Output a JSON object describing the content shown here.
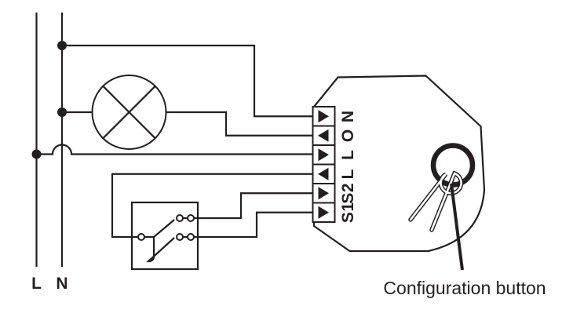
{
  "colors": {
    "line": "#231f20",
    "bg": "#ffffff"
  },
  "power_rails": {
    "l_label": "L",
    "n_label": "N"
  },
  "device": {
    "terminals": [
      {
        "label": "N",
        "arrow": "right"
      },
      {
        "label": "O",
        "arrow": "left"
      },
      {
        "label": "L",
        "arrow": "right"
      },
      {
        "label": "L",
        "arrow": "left"
      },
      {
        "label": "S2",
        "arrow": "right"
      },
      {
        "label": "S1",
        "arrow": "right"
      }
    ]
  },
  "callout": {
    "label": "Configuration button"
  }
}
